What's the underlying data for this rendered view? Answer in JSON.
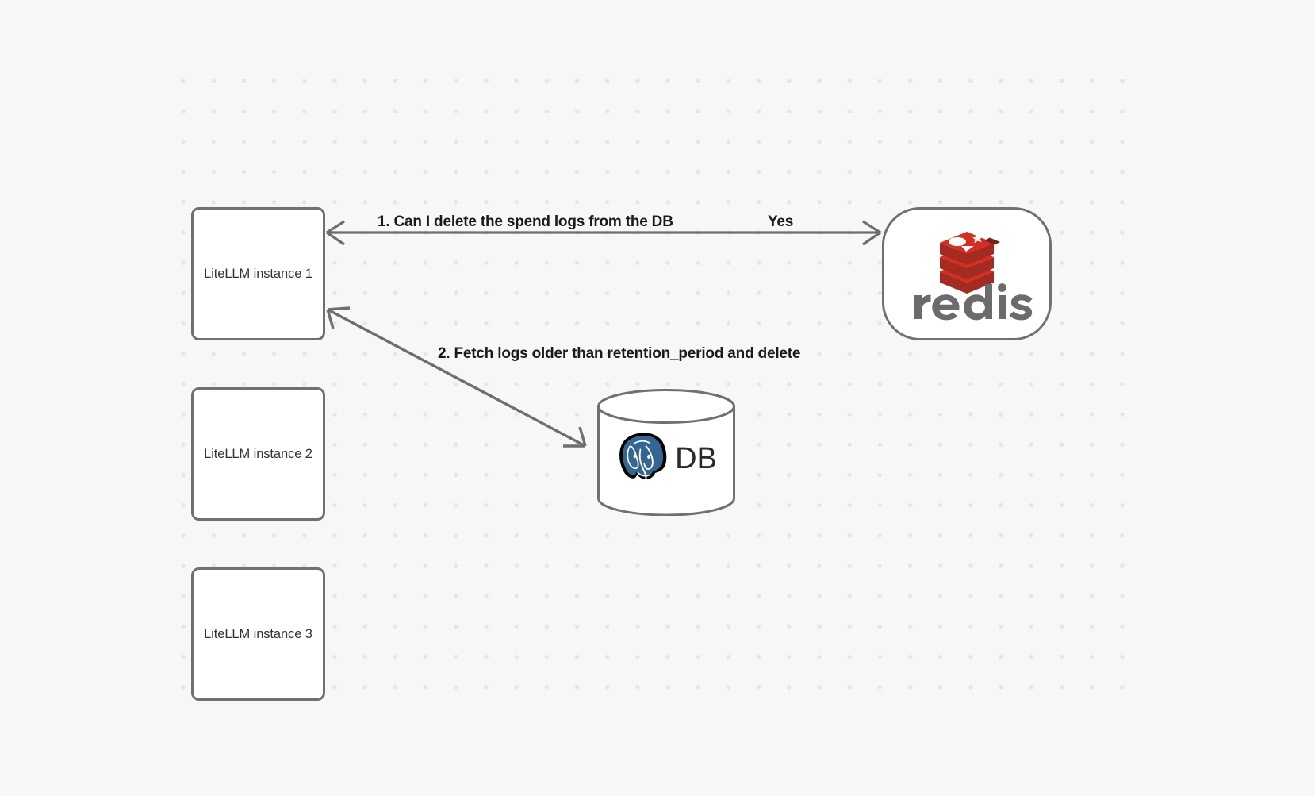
{
  "diagram": {
    "type": "flow-diagram",
    "background_color": "#f7f7f7",
    "grid": "dot-grid",
    "nodes": [
      {
        "id": "litellm-1",
        "label": "LiteLLM instance 1",
        "shape": "rounded-rect"
      },
      {
        "id": "litellm-2",
        "label": "LiteLLM instance 2",
        "shape": "rounded-rect"
      },
      {
        "id": "litellm-3",
        "label": "LiteLLM instance 3",
        "shape": "rounded-rect"
      },
      {
        "id": "redis",
        "label": "redis",
        "shape": "pill",
        "logo": "redis-logo"
      },
      {
        "id": "db",
        "label": "DB",
        "shape": "cylinder",
        "logo": "postgresql-elephant-logo"
      }
    ],
    "edges": [
      {
        "id": "edge-1",
        "from": "litellm-1",
        "to": "redis",
        "label": "1.  Can I delete the spend logs from the DB",
        "reply_label": "Yes",
        "direction": "bidirectional"
      },
      {
        "id": "edge-2",
        "from": "litellm-1",
        "to": "db",
        "label": "2.  Fetch logs older than retention_period and delete",
        "direction": "bidirectional"
      }
    ],
    "colors": {
      "node_border": "#707070",
      "node_fill": "#ffffff",
      "edge_stroke": "#6e6e6e",
      "label_text": "#1a1a1a",
      "node_text": "#333333",
      "redis_red": "#d82c20",
      "redis_dark_red": "#a32b21",
      "redis_wordmark": "#6b6b6b",
      "postgres_blue": "#336791",
      "dot_color": "#e6e6e6"
    }
  }
}
